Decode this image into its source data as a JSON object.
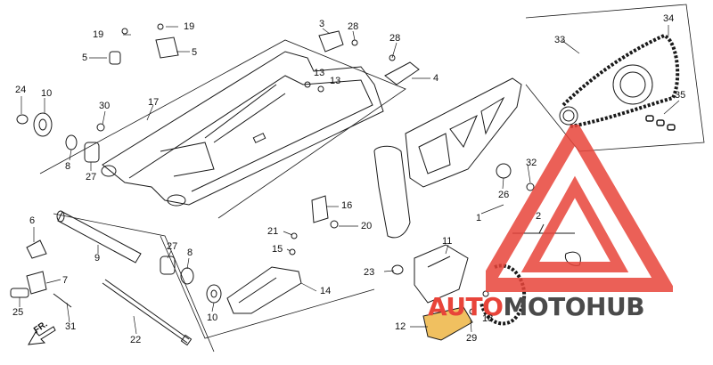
{
  "diagram": {
    "brand": {
      "prefix": "AUTO",
      "suffix": "MOTOHUB",
      "accent_color": "#e8443a",
      "text_color": "#4a4a4a"
    },
    "direction_marker": {
      "label": "FR."
    },
    "callouts": [
      "19",
      "19",
      "5",
      "5",
      "3",
      "28",
      "13",
      "13",
      "28",
      "4",
      "34",
      "33",
      "35",
      "24",
      "10",
      "30",
      "17",
      "8",
      "27",
      "32",
      "26",
      "16",
      "1",
      "2",
      "6",
      "9",
      "21",
      "20",
      "15",
      "27",
      "8",
      "11",
      "7",
      "23",
      "14",
      "25",
      "31",
      "10",
      "22",
      "12",
      "18",
      "29"
    ]
  }
}
